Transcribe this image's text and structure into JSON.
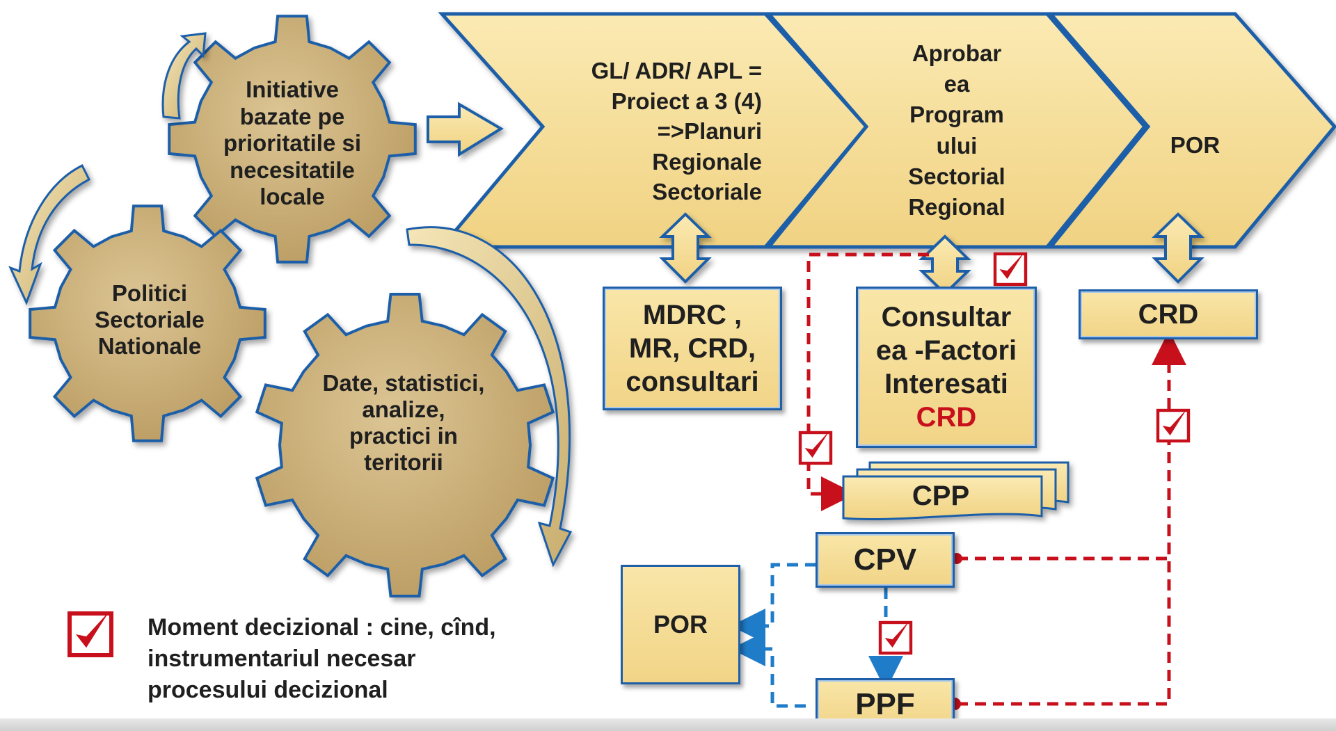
{
  "gears": {
    "initiative": "Initiative\nbazate pe\nprioritatile si\nnecesitatile\nlocale",
    "politici": "Politici\nSectoriale\nNationale",
    "date": "Date, statistici,\nanalize,\npractici in\nteritorii"
  },
  "chevrons": {
    "gl": "GL/ ADR/ APL =\nProiect a 3 (4)\n=>Planuri\nRegionale\nSectoriale",
    "aprobare": "Aprobar\nea\nProgram\nului\nSectorial\nRegional",
    "por": "POR"
  },
  "boxes": {
    "mdrc": "MDRC ,\nMR, CRD,\nconsultari",
    "consultare": "Consultar\nea -Factori\nInteresati",
    "consultare_highlight": "CRD",
    "crd": "CRD",
    "cpp": "CPP",
    "cpv": "CPV",
    "ppf": "PPF",
    "por_small": "POR"
  },
  "legend": {
    "text": "Moment decizional : cine, cînd,\ninstrumentariul necesar\nprocesului decizional"
  },
  "colors": {
    "fill": "#f3d98f",
    "gear": "#c9ae78",
    "border": "#1e5fa8",
    "red": "#c8101c",
    "blue": "#1f7cc8"
  }
}
